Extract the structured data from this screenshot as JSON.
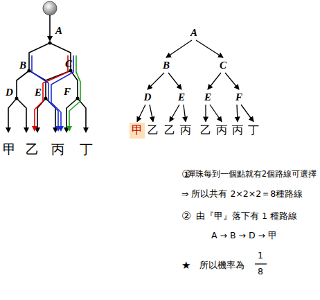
{
  "diagram": {
    "nodes": [
      {
        "text": [
          "A"
        ]
      },
      {
        "text": [
          "B"
        ]
      },
      {
        "text": [
          "C"
        ]
      },
      {
        "text": [
          "D"
        ]
      },
      {
        "text": [
          "E"
        ]
      },
      {
        "text": [
          "E"
        ]
      },
      {
        "text": [
          "F"
        ]
      },
      {
        "text": [
          "甲"
        ]
      },
      {
        "text": [
          "乙"
        ]
      },
      {
        "text": [
          "乙"
        ]
      },
      {
        "text": [
          "丙"
        ]
      },
      {
        "text": [
          "乙"
        ]
      },
      {
        "text": [
          "丙"
        ]
      },
      {
        "text": [
          "丙"
        ]
      },
      {
        "text": [
          "丁"
        ]
      }
    ],
    "edges": [
      {
        "from": 0,
        "to": 1,
        "arrow": "to"
      },
      {
        "from": 0,
        "to": 2,
        "arrow": "to"
      },
      {
        "from": 1,
        "to": 3,
        "arrow": "to"
      },
      {
        "from": 1,
        "to": 4,
        "arrow": "to"
      },
      {
        "from": 2,
        "to": 5,
        "arrow": "to"
      },
      {
        "from": 2,
        "to": 6,
        "arrow": "to"
      },
      {
        "from": 3,
        "to": 7,
        "arrow": "to"
      },
      {
        "from": 3,
        "to": 8,
        "arrow": "to"
      },
      {
        "from": 4,
        "to": 9,
        "arrow": "to"
      },
      {
        "from": 4,
        "to": 10,
        "arrow": "to"
      },
      {
        "from": 5,
        "to": 11,
        "arrow": "to"
      },
      {
        "from": 5,
        "to": 12,
        "arrow": "to"
      },
      {
        "from": 6,
        "to": 13,
        "arrow": "to"
      },
      {
        "from": 6,
        "to": 14,
        "arrow": "to"
      }
    ],
    "labels": [
      "A",
      "B",
      "C",
      "D",
      "E",
      "F",
      "甲",
      "乙",
      "丙",
      "丁",
      "①",
      "彈珠每到一個點就有2個路線可選擇",
      "⇒ 所以共有 2×2×2＝8種路線",
      "②",
      "由『甲』落下有 1 種路線",
      "A → B → D → 甲",
      "★",
      "所以機率為",
      "1",
      "8"
    ]
  }
}
